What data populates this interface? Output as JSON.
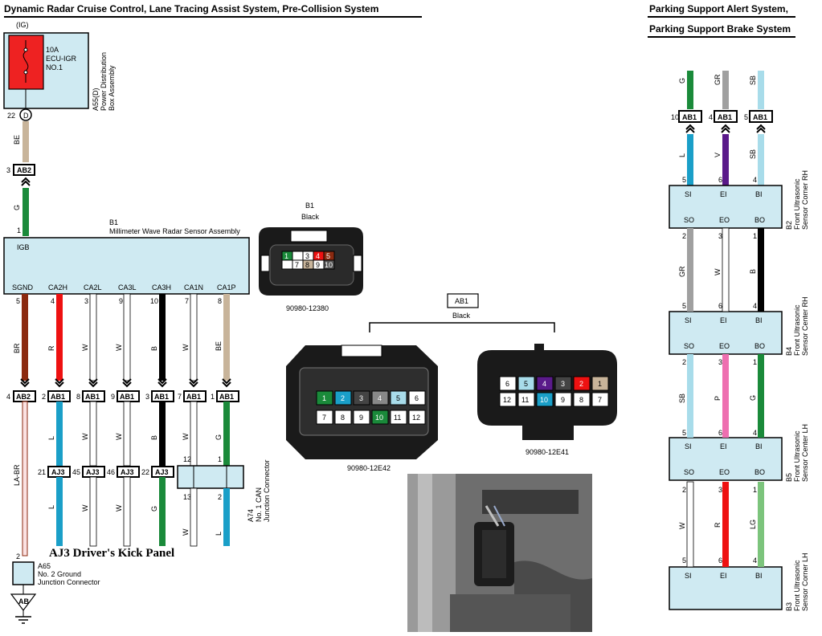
{
  "titles": {
    "left": "Dynamic Radar Cruise Control, Lane Tracing Assist System, Pre-Collision System",
    "right1": "Parking Support Alert System,",
    "right2": "Parking Support Brake System"
  },
  "power_box": {
    "ig": "(IG)",
    "fuse": "10A",
    "fuse_name": "ECU-IGR",
    "fuse_no": "NO.1",
    "assembly_id": "A55(D)",
    "assembly_name1": "Power Distribution",
    "assembly_name2": "Box Assembly",
    "pin": "22",
    "terminal": "D"
  },
  "wire_labels": {
    "be": "BE",
    "g": "G",
    "br": "BR",
    "r": "R",
    "w": "W",
    "b": "B",
    "l": "L",
    "la_br": "LA-BR",
    "gr": "GR",
    "v": "V",
    "sb": "SB",
    "p": "P",
    "lg": "LG"
  },
  "connectors": {
    "ab1": "AB1",
    "ab2": "AB2",
    "aj3": "AJ3",
    "ab": "AB"
  },
  "pins": {
    "p1": "1",
    "p2": "2",
    "p3": "3",
    "p4": "4",
    "p5": "5",
    "p6": "6",
    "p7": "7",
    "p8": "8",
    "p9": "9",
    "p10": "10",
    "p12": "12",
    "p13": "13",
    "p21": "21",
    "p22": "22",
    "p45": "45",
    "p46": "46"
  },
  "radar": {
    "id": "B1",
    "name": "Millimeter Wave Radar Sensor Assembly",
    "igb": "IGB",
    "terminals": [
      "SGND",
      "CA2H",
      "CA2L",
      "CA3L",
      "CA3H",
      "CA1N",
      "CA1P"
    ]
  },
  "b1_connector": {
    "id": "B1",
    "color": "Black",
    "part": "90980-12380",
    "cells_top": [
      "1",
      "",
      "3",
      "4",
      "5"
    ],
    "cells_bottom": [
      "",
      "7",
      "8",
      "9",
      "10"
    ]
  },
  "ab1_connector": {
    "id": "AB1",
    "color": "Black",
    "left_part": "90980-12E42",
    "right_part": "90980-12E41",
    "left_top": [
      "1",
      "2",
      "3",
      "4",
      "5",
      "6"
    ],
    "left_bottom": [
      "7",
      "8",
      "9",
      "10",
      "11",
      "12"
    ],
    "right_top": [
      "6",
      "5",
      "4",
      "3",
      "2",
      "1"
    ],
    "right_bottom": [
      "12",
      "11",
      "10",
      "9",
      "8",
      "7"
    ]
  },
  "can_jc": {
    "id": "A74",
    "name1": "No. 1 CAN",
    "name2": "Junction Connector"
  },
  "kick_panel": "AJ3 Driver's Kick Panel",
  "ground_jc": {
    "id": "A65",
    "name1": "No. 2 Ground",
    "name2": "Junction Connector"
  },
  "sensors": [
    {
      "id": "B2",
      "name1": "Front Ultrasonic",
      "name2": "Sensor Corner RH"
    },
    {
      "id": "B4",
      "name1": "Front Ultrasonic",
      "name2": "Sensor Center RH"
    },
    {
      "id": "B5",
      "name1": "Front Ultrasonic",
      "name2": "Sensor Center LH"
    },
    {
      "id": "B3",
      "name1": "Front Ultrasonic",
      "name2": "Sensor Corner LH"
    }
  ],
  "sensor_terms": {
    "si": "SI",
    "ei": "EI",
    "bi": "BI",
    "so": "SO",
    "eo": "EO",
    "bo": "BO"
  },
  "colors": {
    "beige": "#c8b49a",
    "green": "#1a8a3a",
    "brown": "#8b2a10",
    "red": "#ee1111",
    "black": "#000000",
    "blue": "#1a9fc8",
    "gray": "#a0a0a0",
    "violet": "#5a1a8a",
    "skyblue": "#a8dcea",
    "pink": "#ee6fb0",
    "lightgreen": "#7cc47c",
    "box": "#cfeaf2"
  }
}
